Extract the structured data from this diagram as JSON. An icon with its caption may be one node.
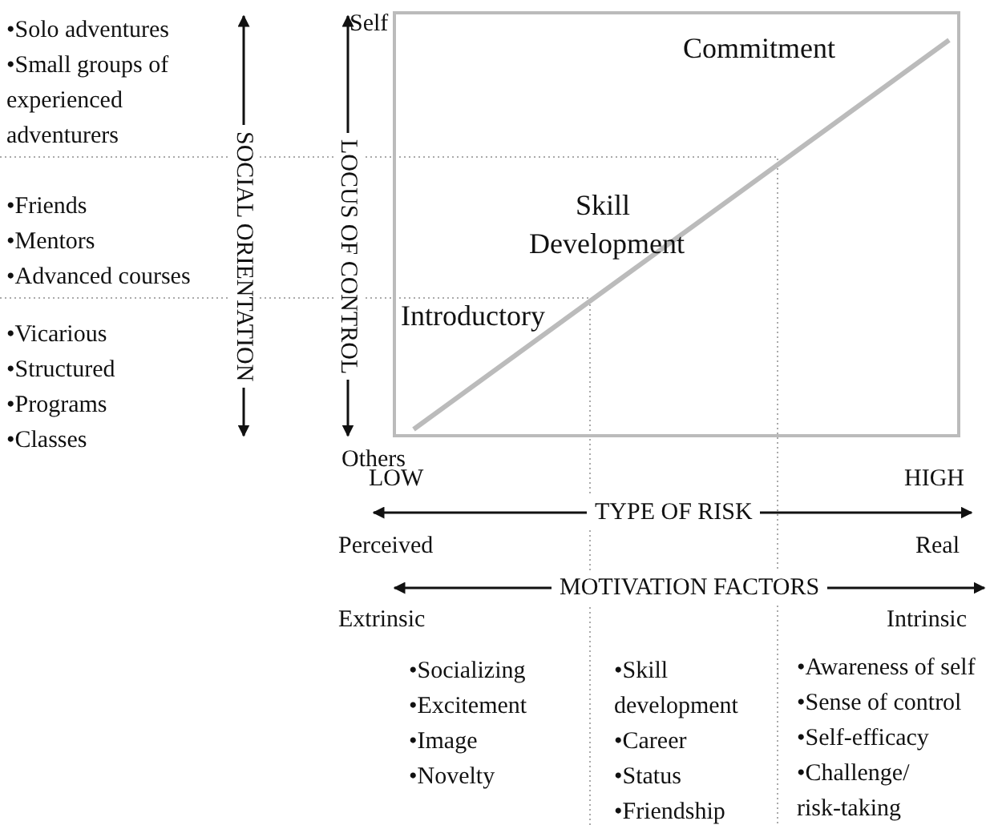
{
  "diagram": {
    "labels": [
      "Self",
      "Commitment",
      "•Solo adventures",
      "•Small groups of experienced adventurers",
      "SOCIAL ORIENTATION",
      "LOCUS OF CONTROL",
      "Skill Development",
      "•Friends",
      "•Mentors",
      "•Advanced courses",
      "Introductory",
      "•Vicarious",
      "•Structured",
      "•Programs",
      "•Classes",
      "Others",
      "LOW",
      "HIGH",
      "TYPE OF RISK",
      "Perceived",
      "Real",
      "MOTIVATION FACTORS",
      "Extrinsic",
      "Intrinsic",
      "•Socializing",
      "•Excitement",
      "•Image",
      "•Novelty",
      "•Skill development",
      "•Career",
      "•Status",
      "•Friendship",
      "•Awareness of self",
      "•Sense of control",
      "•Self-efficacy",
      "•Challenge/ risk-taking"
    ]
  }
}
